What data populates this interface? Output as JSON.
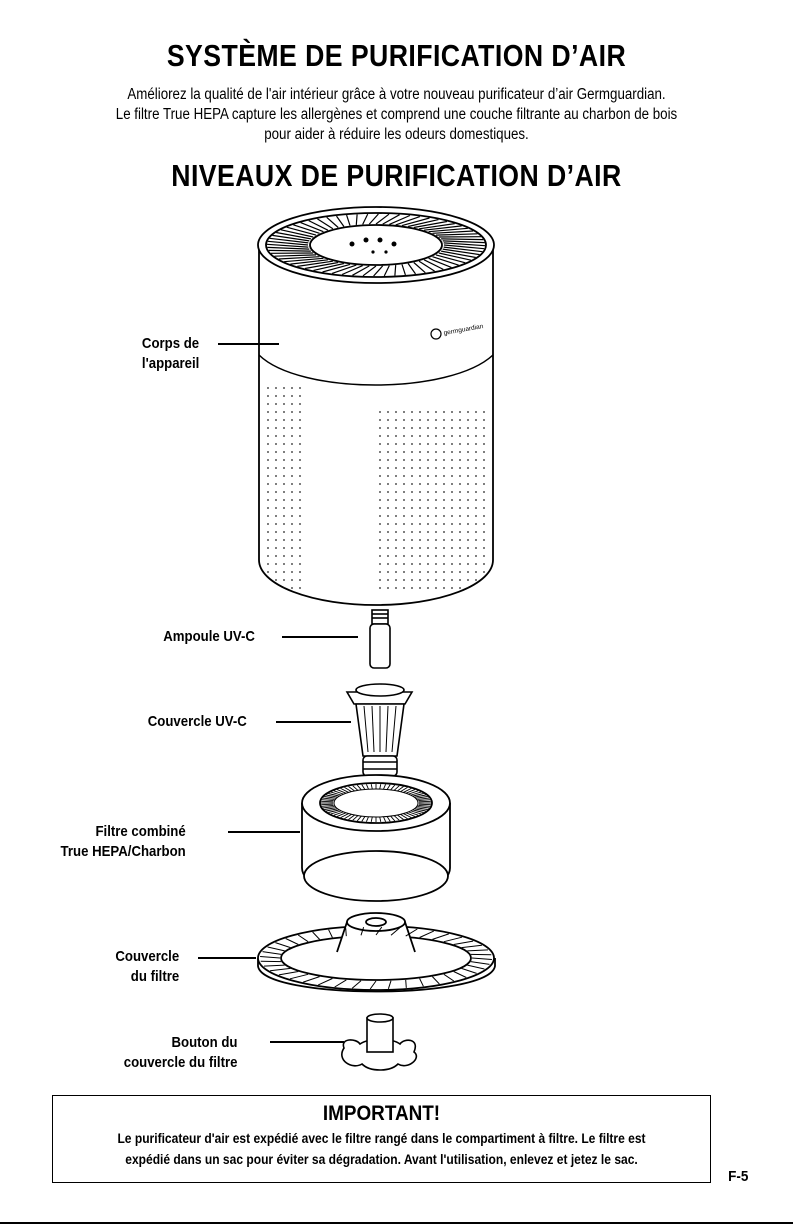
{
  "title": "SYSTÈME DE PURIFICATION D’AIR",
  "intro": [
    "Améliorez la qualité de l'air intérieur grâce à votre nouveau purificateur d’air Germguardian.",
    "Le filtre True HEPA capture les allergènes et comprend une couche filtrante au charbon de bois",
    "pour aider à réduire les odeurs domestiques."
  ],
  "subtitle": "NIVEAUX DE PURIFICATION D’AIR",
  "labels": {
    "body": [
      "Corps de",
      "l'appareil"
    ],
    "uv_bulb": "Ampoule UV-C",
    "uv_cover": "Couvercle UV-C",
    "filter": [
      "Filtre combiné",
      "True HEPA/Charbon"
    ],
    "filter_cover": [
      "Couvercle",
      "du filtre"
    ],
    "filter_knob": [
      "Bouton du",
      "couvercle du filtre"
    ]
  },
  "logo_text": "germguardian",
  "important": {
    "heading": "IMPORTANT!",
    "lines": [
      "Le purificateur d'air est expédié avec le filtre rangé dans le compartiment à filtre. Le filtre est",
      "expédié dans un sac pour éviter sa dégradation. Avant l'utilisation, enlevez et jetez le sac."
    ]
  },
  "page_number": "F-5"
}
